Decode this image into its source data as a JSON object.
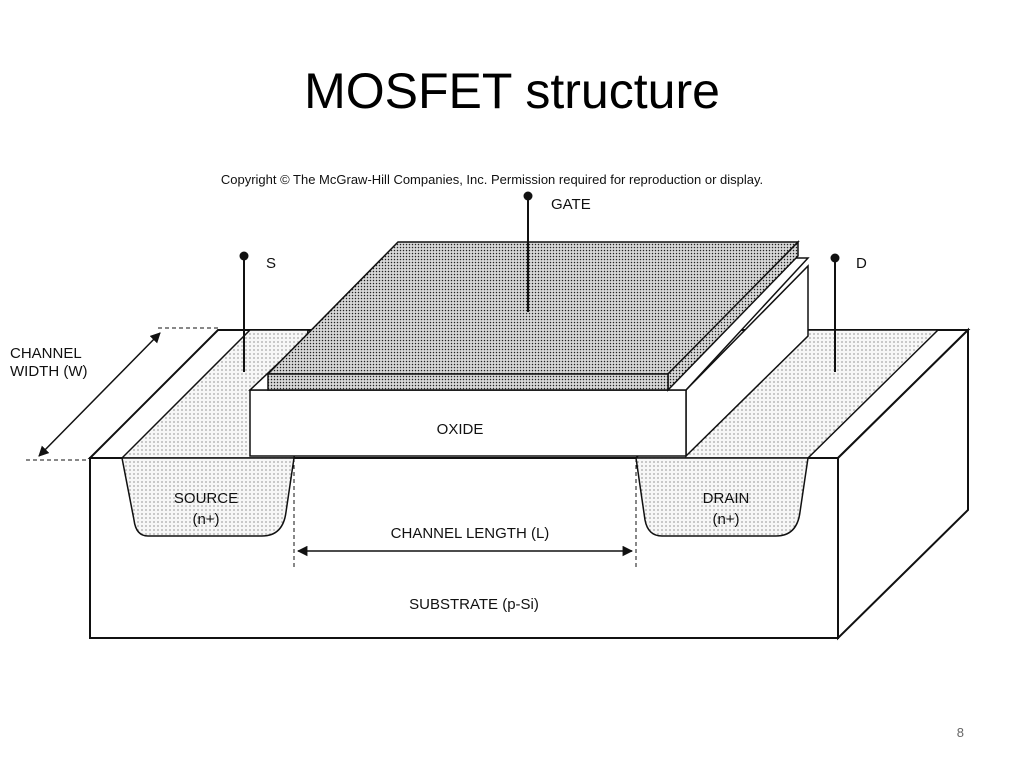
{
  "slide": {
    "title": "MOSFET structure",
    "copyright": "Copyright © The McGraw-Hill Companies, Inc. Permission required for reproduction or display.",
    "page_number": "8"
  },
  "diagram": {
    "terminals": {
      "gate": "GATE",
      "source": "S",
      "drain": "D"
    },
    "labels": {
      "oxide": "OXIDE",
      "source_line1": "SOURCE",
      "source_line2": "(n+)",
      "drain_line1": "DRAIN",
      "drain_line2": "(n+)",
      "channel_length": "CHANNEL LENGTH  (L)",
      "substrate": "SUBSTRATE  (p-Si)",
      "channel_width_line1": "CHANNEL",
      "channel_width_line2": "WIDTH (W)"
    }
  }
}
